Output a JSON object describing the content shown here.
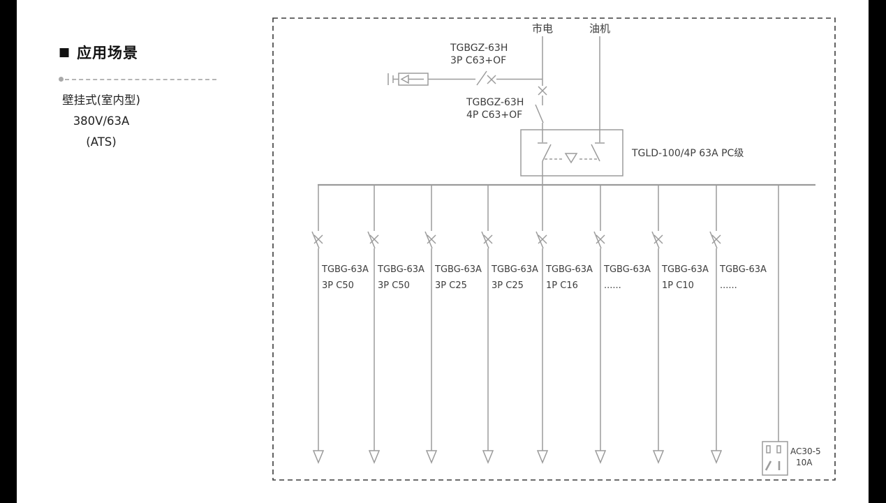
{
  "left_panel": {
    "marker": "■",
    "heading": "应用场景",
    "lines": [
      "壁挂式(室内型)",
      "380V/63A",
      "(ATS)"
    ]
  },
  "diagram": {
    "source_mains": "市电",
    "source_generator": "油机",
    "incoming_breaker": {
      "line1": "TGBGZ-63H",
      "line2": "3P C63+OF"
    },
    "main_breaker": {
      "line1": "TGBGZ-63H",
      "line2": "4P C63+OF"
    },
    "ats_label": "TGLD-100/4P 63A PC级",
    "branches": [
      {
        "line1": "TGBG-63A",
        "line2": "3P C50"
      },
      {
        "line1": "TGBG-63A",
        "line2": "3P C50"
      },
      {
        "line1": "TGBG-63A",
        "line2": "3P C25"
      },
      {
        "line1": "TGBG-63A",
        "line2": "3P C25"
      },
      {
        "line1": "TGBG-63A",
        "line2": "1P C16"
      },
      {
        "line1": "TGBG-63A",
        "line2": "......"
      },
      {
        "line1": "TGBG-63A",
        "line2": "1P C10"
      },
      {
        "line1": "TGBG-63A",
        "line2": "......"
      }
    ],
    "socket": {
      "line1": "AC30-5",
      "line2": "10A"
    }
  },
  "colors": {
    "line": "#9b9b9b",
    "text": "#3d3d3d",
    "border": "#3a3a3a",
    "edge_bar": "#000000"
  }
}
